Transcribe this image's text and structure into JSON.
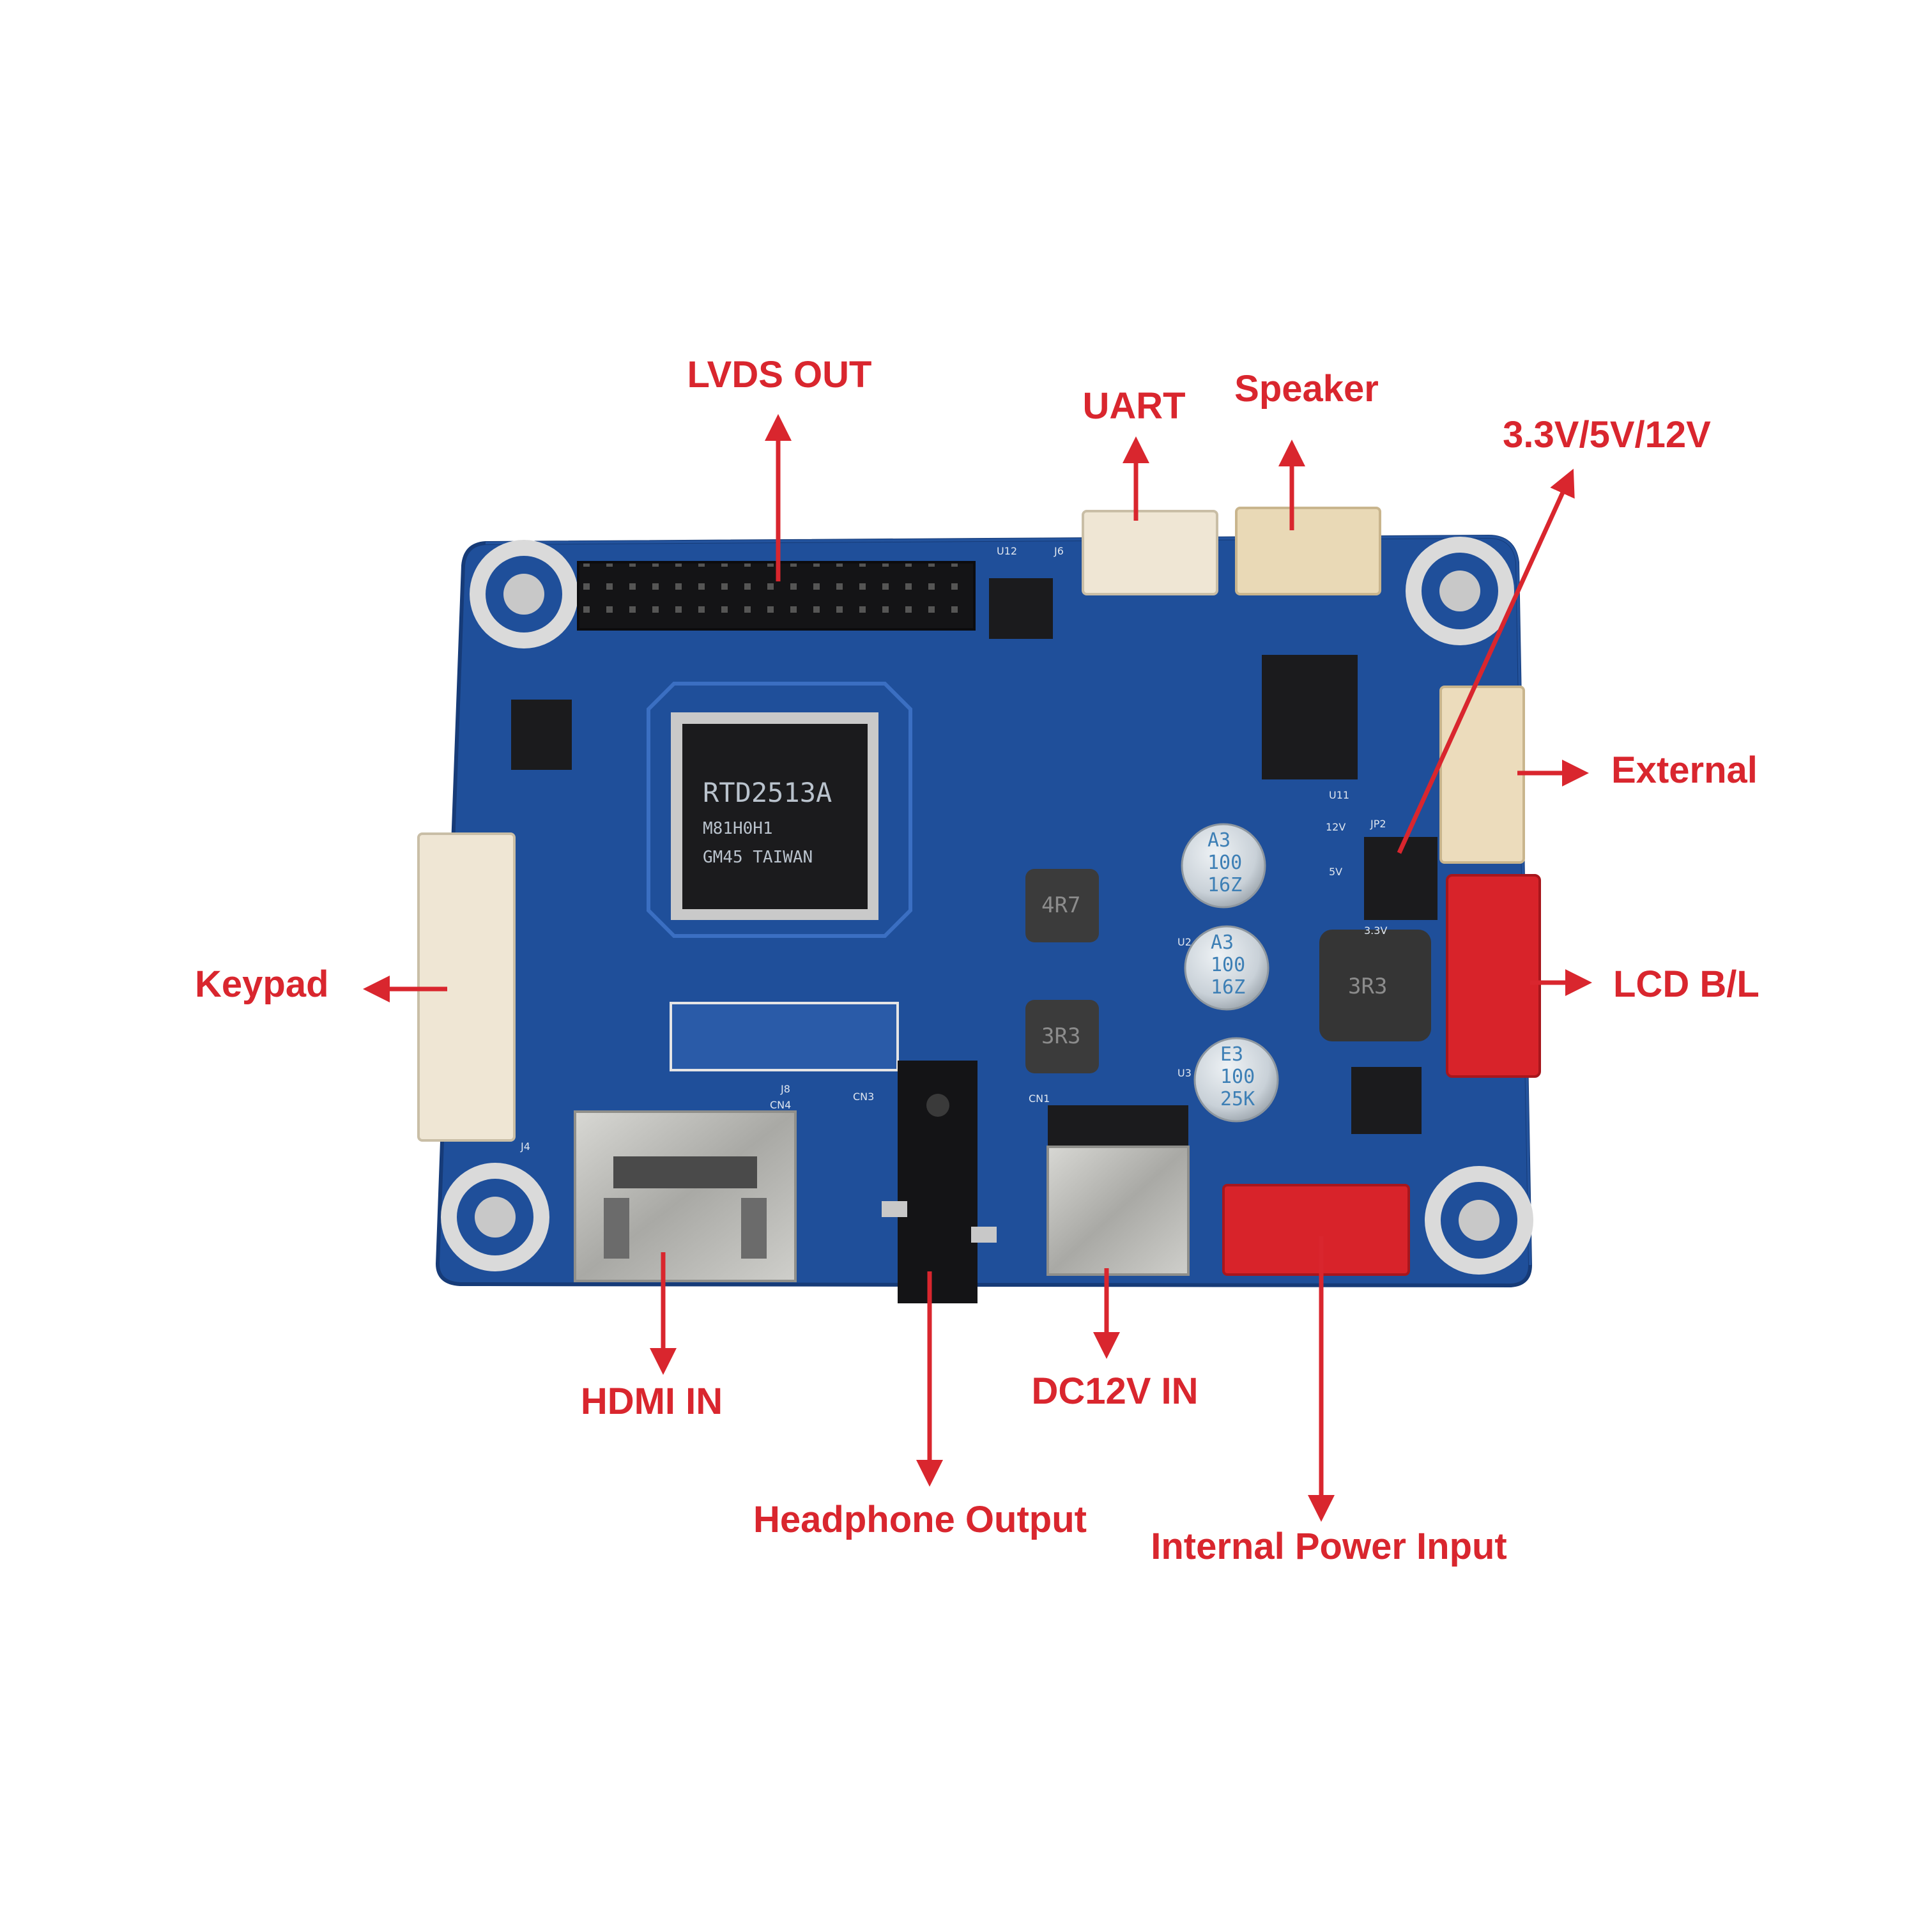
{
  "colors": {
    "label": "#d9262e",
    "arrow": "#d9262e",
    "pcb": "#1f4f9a",
    "pcb_dark": "#163b78",
    "connector_white": "#efe6d4",
    "connector_red": "#d8232a",
    "chip": "#1b1b1d",
    "metal": "#b8b8b4"
  },
  "labels": {
    "lvds_out": "LVDS OUT",
    "uart": "UART",
    "speaker": "Speaker",
    "voltage": "3.3V/5V/12V",
    "external": "External",
    "keypad": "Keypad",
    "lcd_bl": "LCD B/L",
    "hdmi_in": "HDMI IN",
    "dc12v_in": "DC12V IN",
    "headphone_output": "Headphone Output",
    "internal_power_input": "Internal Power Input"
  },
  "board": {
    "main_chip": {
      "line1": "RTD2513A",
      "line2": "M81H0H1",
      "line3": "GM45 TAIWAN"
    },
    "inductors": [
      "4R7",
      "3R3",
      "3R3"
    ],
    "capacitors": [
      {
        "line1": "A3",
        "line2": "100",
        "line3": "16Z"
      },
      {
        "line1": "A3",
        "line2": "100",
        "line3": "16Z"
      },
      {
        "line1": "E3",
        "line2": "100",
        "line3": "25K"
      }
    ],
    "silkscreen": {
      "u12": "U12",
      "j6": "J6",
      "u11": "U11",
      "jp2": "JP2",
      "v12": "12V",
      "v5": "5V",
      "v33": "3.3V",
      "j4": "J4",
      "j8": "J8",
      "cn4": "CN4",
      "cn3": "CN3",
      "cn1": "CN1",
      "u2": "U2",
      "u3": "U3"
    }
  }
}
